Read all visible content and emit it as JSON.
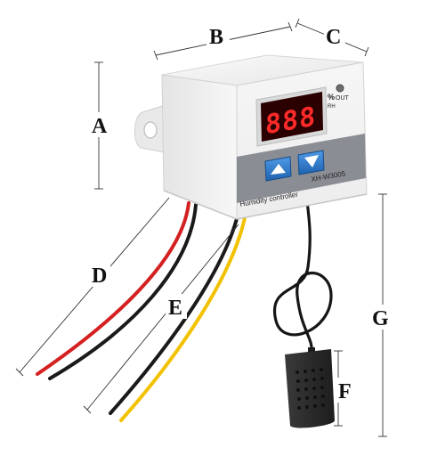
{
  "dimensions": {
    "a": "A",
    "b": "B",
    "c": "C",
    "d": "D",
    "e": "E",
    "f": "F",
    "g": "G"
  },
  "device": {
    "display_value": "888",
    "unit_top": "%",
    "unit_bottom": "RH",
    "out_label": "OUT",
    "product_label": "Humidity controller",
    "model_label": "XH-W3005"
  },
  "colors": {
    "housing": "#f2f2f2",
    "display_bezel": "#d9d9d9",
    "display_segments": "#ff2a2a",
    "panel_stripe": "#8a8d93",
    "buttons": "#2f7fd1",
    "wire_red": "#d42020",
    "wire_black": "#1a1a1a",
    "wire_yellow": "#f2c100",
    "sensor": "#2a2a2a"
  }
}
